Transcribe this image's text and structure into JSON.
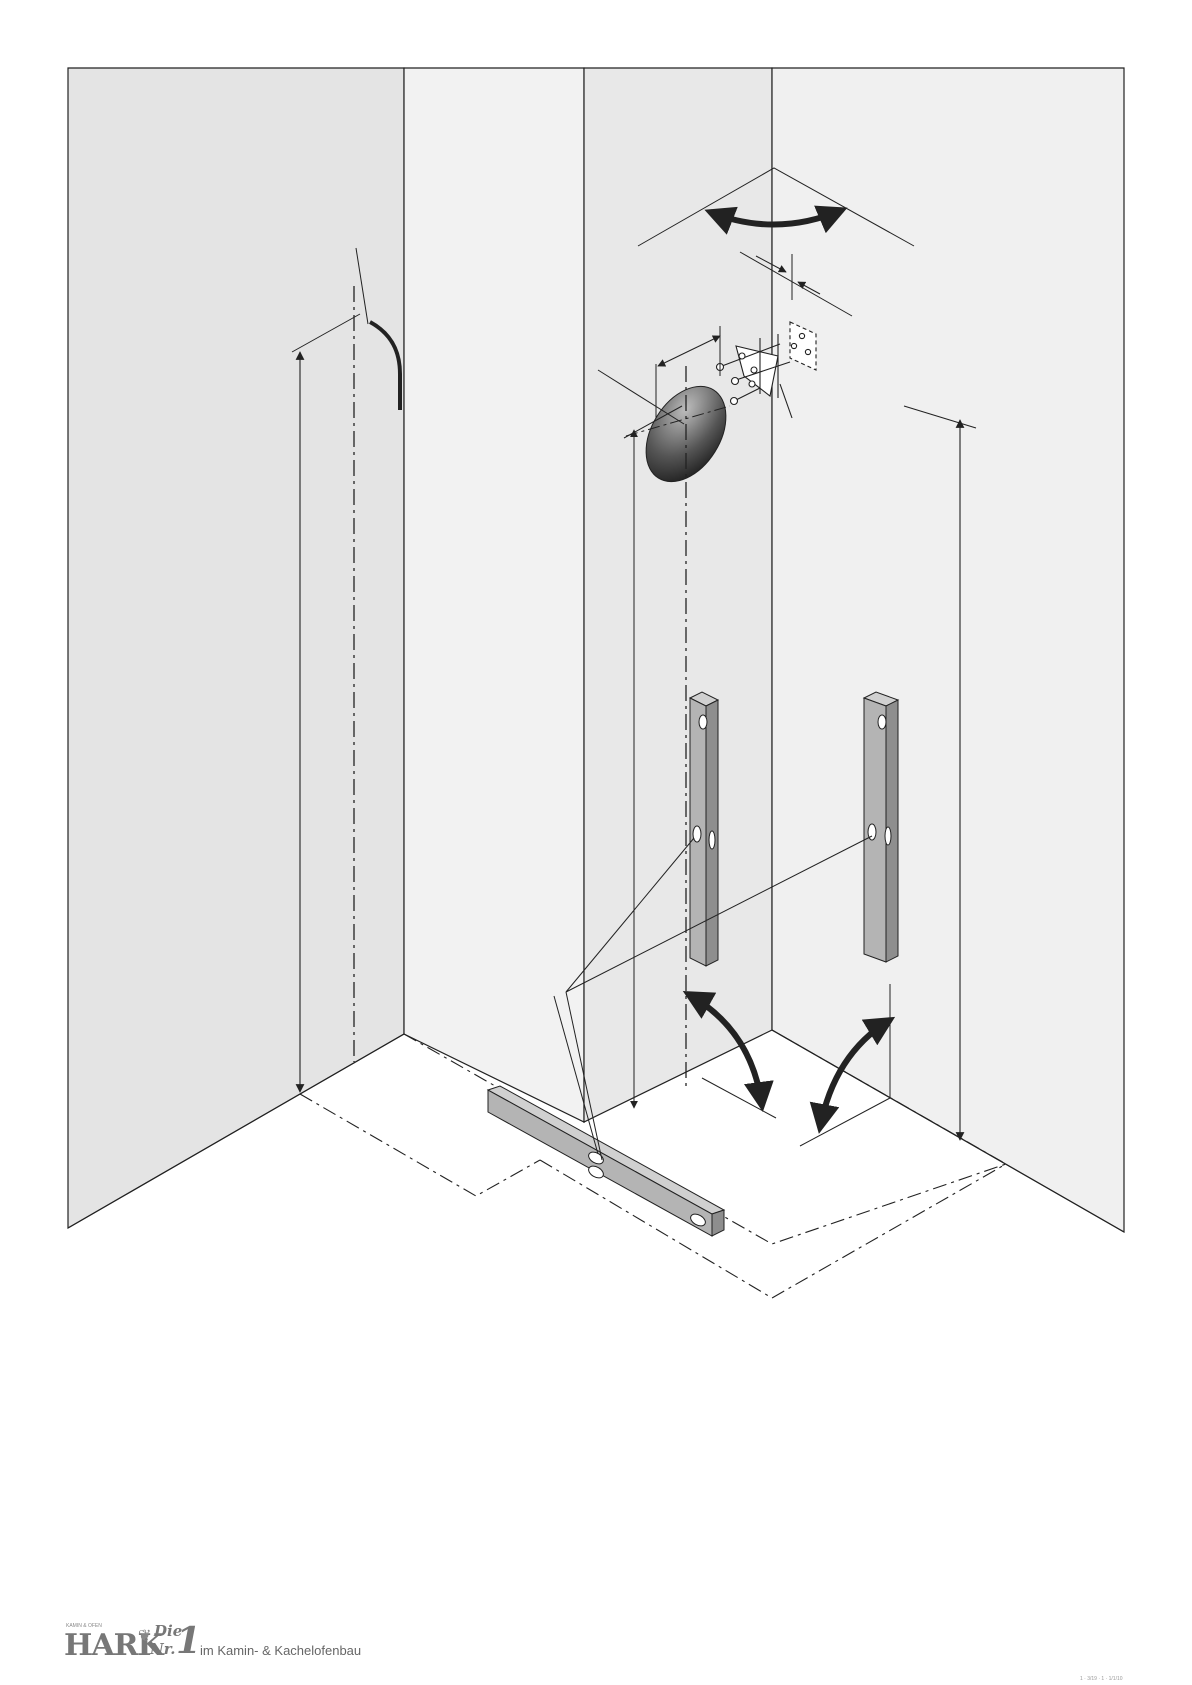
{
  "footer": {
    "brand_small": "KAMIN & OFEN",
    "brand": "HARK",
    "die": "Die",
    "nr": "Nr.",
    "one": "1",
    "tagline": "im Kamin- & Kachelofenbau"
  },
  "page_code": "1 · 3/19 · 1 · 1/1/10",
  "colors": {
    "wall_left": "#e4e4e4",
    "wall_mid": "#f2f2f2",
    "wall_back": "#e8e8e8",
    "wall_right": "#f0f0f0",
    "line": "#222222",
    "level": "#b4b4b4"
  },
  "icons": [
    "hook-icon",
    "double-arrow-icon",
    "flue-opening-icon",
    "wall-bracket-icon",
    "spirit-level-icon",
    "rotate-arrow-icon",
    "screw-icon"
  ]
}
